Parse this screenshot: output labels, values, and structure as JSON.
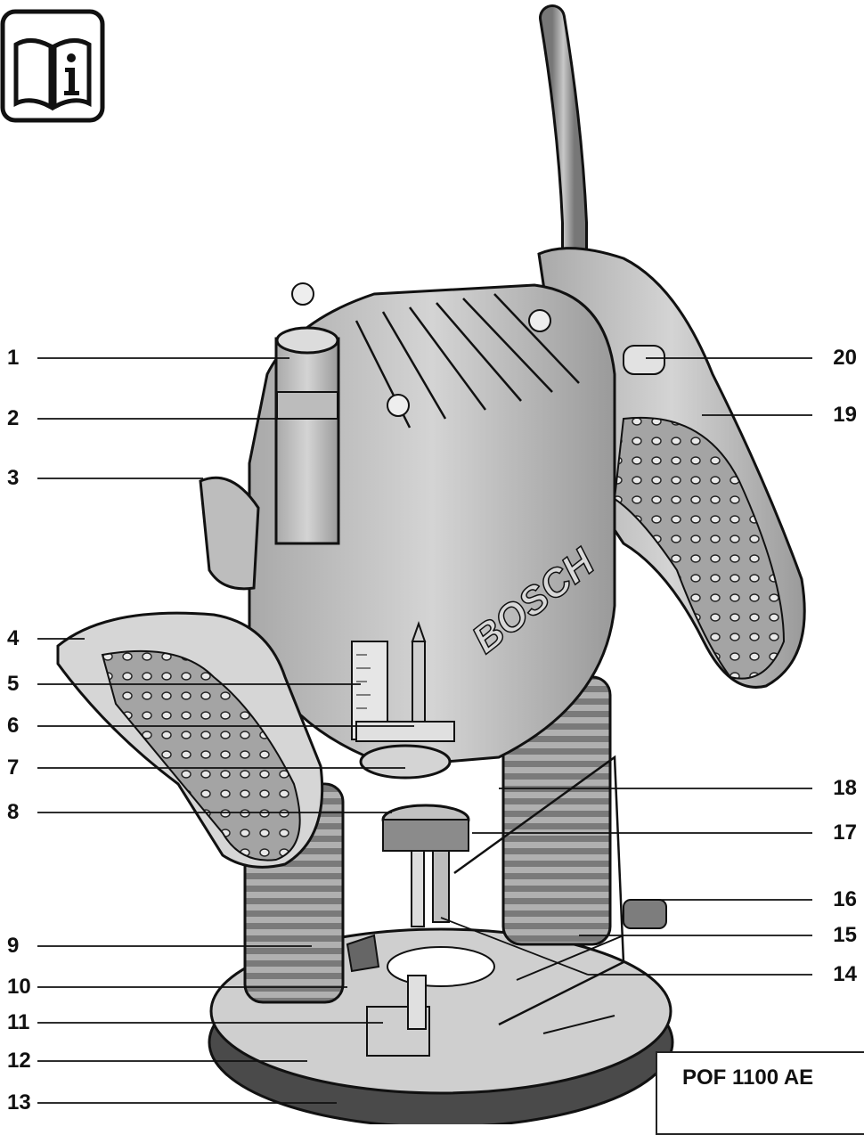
{
  "callouts_left": [
    "1",
    "2",
    "3",
    "4",
    "5",
    "6",
    "7",
    "8",
    "9",
    "10",
    "11",
    "12",
    "13"
  ],
  "callouts_right": [
    "20",
    "19",
    "18",
    "17",
    "16",
    "15",
    "14"
  ],
  "brand": "BOSCH",
  "model": "POF 1100 AE",
  "icons": {
    "manual": "book-info-icon"
  },
  "colors": {
    "housing": "#c9c9c9",
    "housing_dark": "#8e8e8e",
    "outline": "#1a1a1a",
    "grip": "#9b9b9b",
    "base": "#bdbdbd"
  }
}
